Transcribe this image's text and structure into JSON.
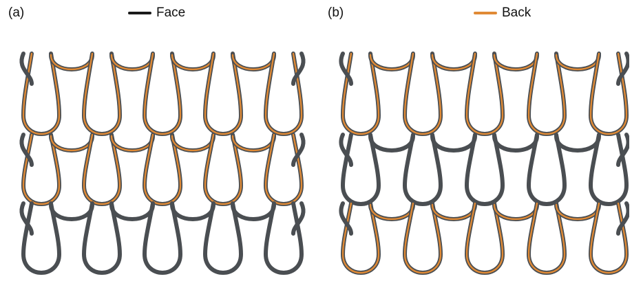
{
  "panels": [
    {
      "id": "a",
      "label": "(a)",
      "legend_label": "Face",
      "legend_color": "#1a1a1a"
    },
    {
      "id": "b",
      "label": "(b)",
      "legend_label": "Back",
      "legend_color": "#e08a35"
    }
  ],
  "colors": {
    "yarn_dark": "#4a4e52",
    "yarn_orange": "#e08a35"
  }
}
